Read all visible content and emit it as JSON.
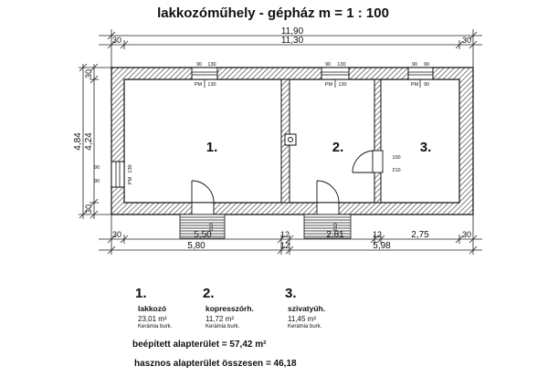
{
  "title": "lakkozóműhely - gépház  m = 1 : 100",
  "dimensions": {
    "top_outer": "11,90",
    "top_inner": "11,30",
    "top_left_wall": "30",
    "top_right_wall": "30",
    "left_outer": "4,84",
    "left_inner": "4,24",
    "left_top_wall": "30",
    "left_bottom_wall": "30",
    "bottom_row1": [
      "30",
      "5,50",
      "12",
      "2,81",
      "12",
      "2,75",
      "30"
    ],
    "bottom_row2": [
      "5,80",
      "12",
      "5,98"
    ]
  },
  "openings": {
    "window1_w": "90",
    "window1_h": "130",
    "window2_w": "90",
    "window2_h": "130",
    "window3_w": "90",
    "window3_h": "90",
    "window_left_w": "90",
    "window_left_h": "130",
    "window_left_w2": "90",
    "door_inner_w": "100",
    "door_inner_h": "210",
    "door1_h": "210",
    "door2_h": "210",
    "pm": "PM"
  },
  "rooms": [
    {
      "number": "1.",
      "name": "lakkozó",
      "area": "23,01 m²",
      "floor": "Kerámia burk."
    },
    {
      "number": "2.",
      "name": "kopresszórh.",
      "area": "11,72 m²",
      "floor": "Kerámia burk."
    },
    {
      "number": "3.",
      "name": "szivatyúh.",
      "area": "11,45 m²",
      "floor": "Kerámia burk."
    }
  ],
  "summary": {
    "built_area": "beépített alapterület = 57,42 m²",
    "usable_area": "hasznos alapterület összesen = 46,18"
  }
}
